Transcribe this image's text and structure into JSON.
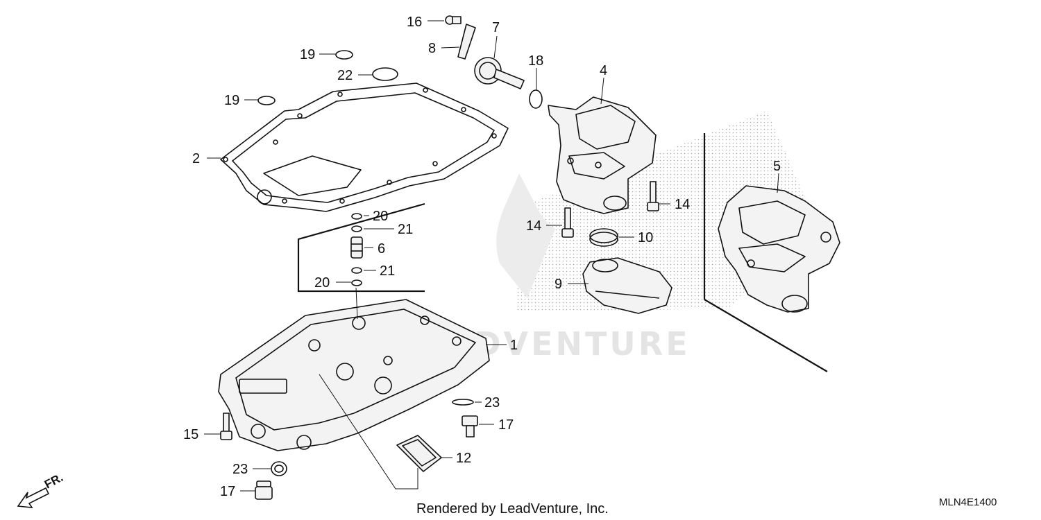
{
  "diagram": {
    "callouts": [
      {
        "id": "16",
        "text": "16"
      },
      {
        "id": "7",
        "text": "7"
      },
      {
        "id": "8",
        "text": "8"
      },
      {
        "id": "19a",
        "text": "19"
      },
      {
        "id": "22",
        "text": "22"
      },
      {
        "id": "19b",
        "text": "19"
      },
      {
        "id": "18",
        "text": "18"
      },
      {
        "id": "4",
        "text": "4"
      },
      {
        "id": "2",
        "text": "2"
      },
      {
        "id": "5",
        "text": "5"
      },
      {
        "id": "14a",
        "text": "14"
      },
      {
        "id": "14b",
        "text": "14"
      },
      {
        "id": "20a",
        "text": "20"
      },
      {
        "id": "21a",
        "text": "21"
      },
      {
        "id": "6",
        "text": "6"
      },
      {
        "id": "10",
        "text": "10"
      },
      {
        "id": "21b",
        "text": "21"
      },
      {
        "id": "9",
        "text": "9"
      },
      {
        "id": "20b",
        "text": "20"
      },
      {
        "id": "1",
        "text": "1"
      },
      {
        "id": "23a",
        "text": "23"
      },
      {
        "id": "17a",
        "text": "17"
      },
      {
        "id": "15",
        "text": "15"
      },
      {
        "id": "12",
        "text": "12"
      },
      {
        "id": "23b",
        "text": "23"
      },
      {
        "id": "17b",
        "text": "17"
      }
    ],
    "direction_label": "FR.",
    "watermark": "LEADVENTURE",
    "footer_credit": "Rendered by LeadVenture, Inc.",
    "diagram_code": "MLN4E1400"
  }
}
